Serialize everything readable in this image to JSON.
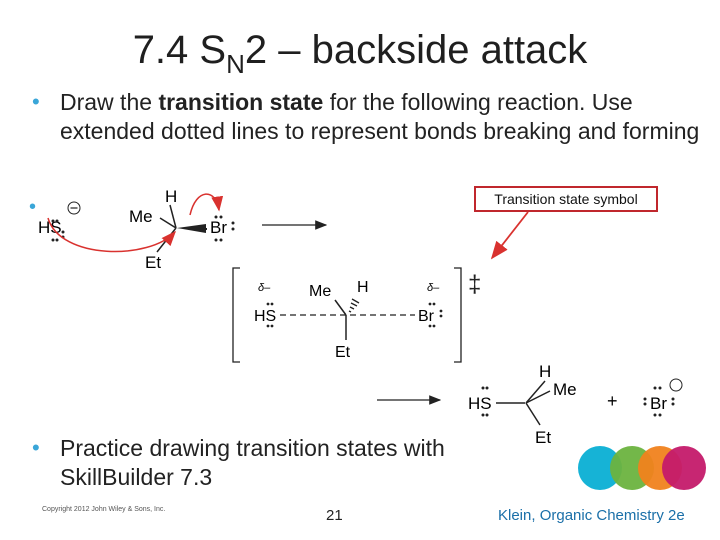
{
  "slide": {
    "title_prefix": "7.4 S",
    "title_sub": "N",
    "title_suffix": "2 – backside attack",
    "bullet1": {
      "intro": "Draw the ",
      "bold": "transition state",
      "rest": " for the following reaction. Use extended dotted lines to represent bonds breaking and forming"
    },
    "bullet2": "Practice drawing transition states with SkillBuilder 7.3",
    "callout": "Transition state symbol",
    "copyright": "Copyright 2012 John Wiley & Sons, Inc.",
    "page_number": "21",
    "credit": "Klein, Organic Chemistry 2e"
  },
  "reactants": {
    "nucleophile": "HS",
    "substituent_top": "H",
    "substituent_left": "Me",
    "substituent_bottom": "Et",
    "leaving_group": "Br"
  },
  "transition_state": {
    "partial_left": "δ–",
    "partial_right": "δ–",
    "nucleophile": "HS",
    "substituent_top_left": "Me",
    "substituent_top_right": "H",
    "substituent_bottom": "Et",
    "leaving_group": "Br",
    "symbol": "‡"
  },
  "products": {
    "group": "HS",
    "substituent_top": "H",
    "substituent_right": "Me",
    "substituent_bottom": "Et",
    "plus": "+",
    "ion": "Br"
  },
  "colors": {
    "bullet": "#3aa6d8",
    "arrow_red": "#d9322f",
    "callout_border": "#c0272d",
    "credit": "#1a6fa8",
    "logo": [
      "#16b3d6",
      "#6cb33f",
      "#f0821e",
      "#c41a6a"
    ]
  },
  "icons": [
    "minus-charge-icon",
    "negative-charge-icon",
    "curved-arrow-icon",
    "reaction-arrow-icon",
    "logo-circles-icon"
  ]
}
